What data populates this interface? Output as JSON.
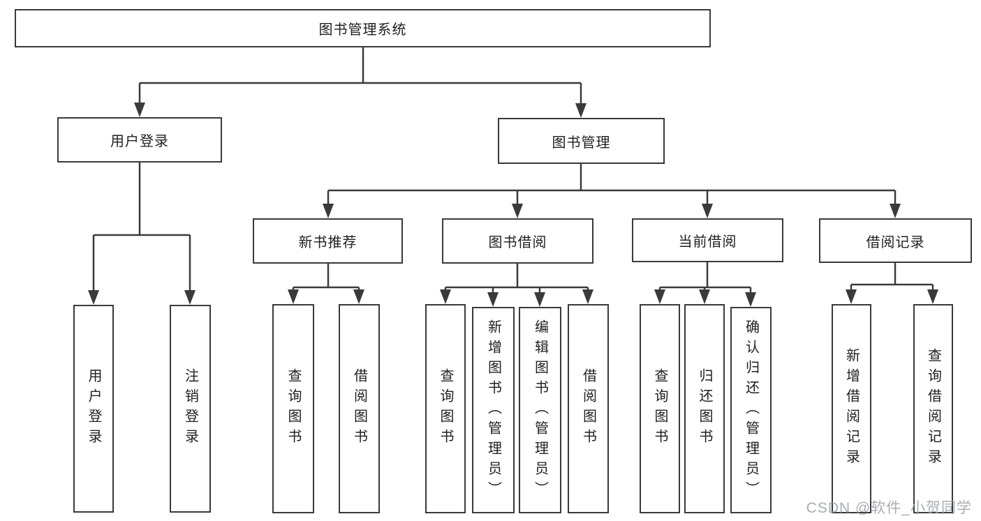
{
  "diagram": {
    "nodes": {
      "root": "图书管理系统",
      "user_login": "用户登录",
      "book_mgmt": "图书管理",
      "new_book_rec": "新书推荐",
      "book_borrow": "图书借阅",
      "current_borrow": "当前借阅",
      "borrow_records": "借阅记录",
      "leaf_user_login": "用户登录",
      "leaf_logout": "注销登录",
      "leaf_query_book_a": "查询图书",
      "leaf_borrow_book_a": "借阅图书",
      "leaf_query_book_b": "查询图书",
      "leaf_add_book": "新增图书（管理员）",
      "leaf_edit_book": "编辑图书（管理员）",
      "leaf_borrow_book_b": "借阅图书",
      "leaf_query_book_c": "查询图书",
      "leaf_return_book": "归还图书",
      "leaf_confirm_return": "确认归还（管理员）",
      "leaf_add_borrow_record": "新增借阅记录",
      "leaf_query_borrow_record": "查询借阅记录"
    },
    "hierarchy": {
      "图书管理系统": [
        "用户登录",
        "图书管理"
      ],
      "用户登录": [
        "用户登录",
        "注销登录"
      ],
      "图书管理": [
        "新书推荐",
        "图书借阅",
        "当前借阅",
        "借阅记录"
      ],
      "新书推荐": [
        "查询图书",
        "借阅图书"
      ],
      "图书借阅": [
        "查询图书",
        "新增图书（管理员）",
        "编辑图书（管理员）",
        "借阅图书"
      ],
      "当前借阅": [
        "查询图书",
        "归还图书",
        "确认归还（管理员）"
      ],
      "借阅记录": [
        "新增借阅记录",
        "查询借阅记录"
      ]
    },
    "watermark": "CSDN @软件_小贺同学",
    "colors": {
      "line": "#3a3a3a",
      "text": "#1f1f1f",
      "box_bg": "#ffffff",
      "watermark": "#9aa0aa"
    }
  }
}
